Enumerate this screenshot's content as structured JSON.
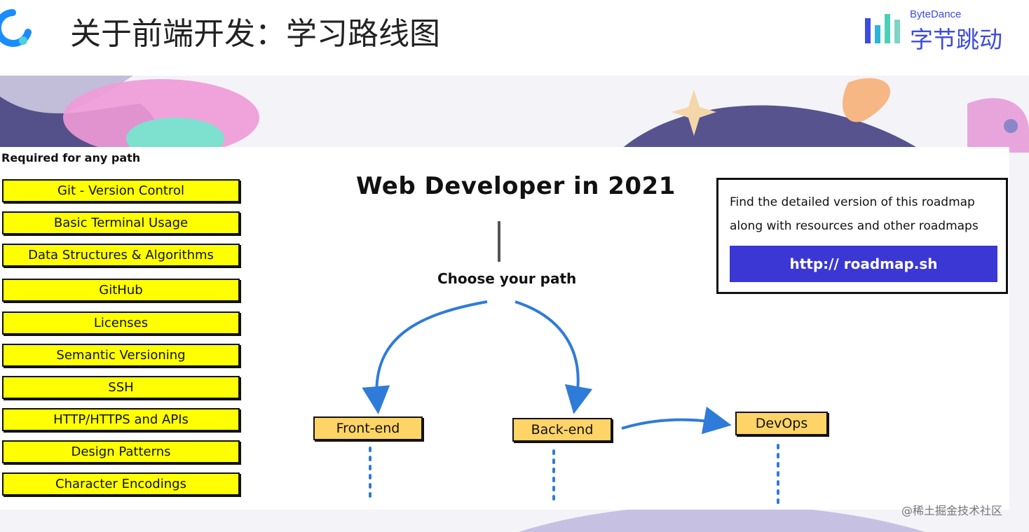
{
  "slide": {
    "title": "关于前端开发：学习路线图",
    "brand_en": "ByteDance",
    "brand_cn": "字节跳动"
  },
  "roadmap": {
    "required_title": "Required for any path",
    "required_items": [
      "Git - Version Control",
      "Basic Terminal Usage",
      "Data Structures & Algorithms",
      "GitHub",
      "Licenses",
      "Semantic Versioning",
      "SSH",
      "HTTP/HTTPS and APIs",
      "Design Patterns",
      "Character Encodings"
    ],
    "title": "Web Developer in 2021",
    "choose_label": "Choose your path",
    "paths": [
      "Front-end",
      "Back-end",
      "DevOps"
    ],
    "info": {
      "line1": "Find the detailed version of this roadmap",
      "line2": "along with resources and other roadmaps",
      "link": "http:// roadmap.sh"
    }
  },
  "watermark": "@稀土掘金技术社区",
  "colors": {
    "topic_fill": "#ffff00",
    "path_fill": "#ffd466",
    "link_button": "#3b37d4",
    "arrow": "#2f7bd9",
    "brand": "#3c4cde"
  }
}
